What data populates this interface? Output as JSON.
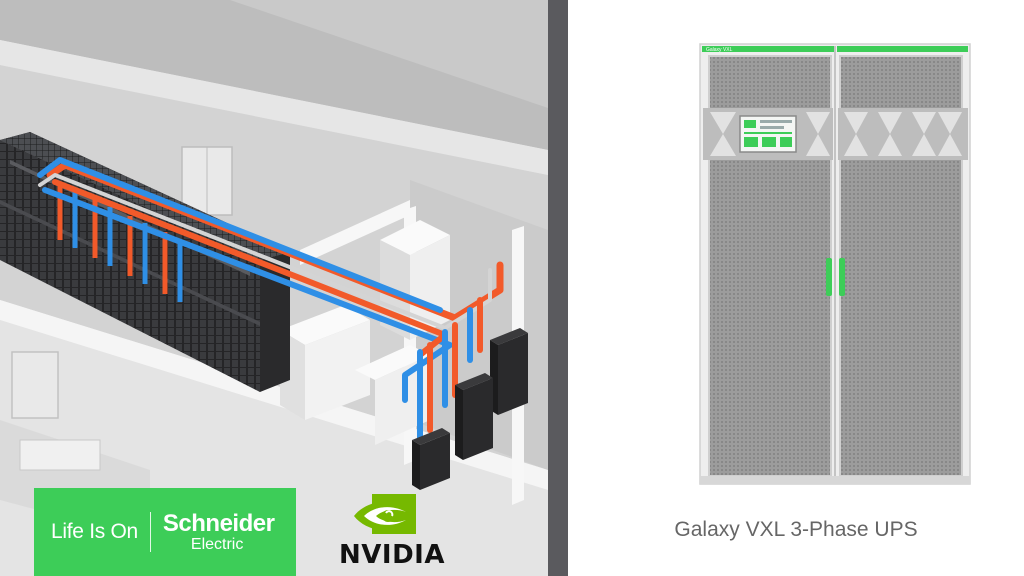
{
  "left": {
    "logos": {
      "schneider": {
        "tagline": "Life Is On",
        "brand": "Schneider",
        "sub": "Electric",
        "bg_color": "#3dcd58"
      },
      "nvidia": {
        "word": "NVIDIA",
        "eye_color": "#76b900"
      }
    },
    "scene": {
      "pipe_colors": {
        "hot": "#f25a2a",
        "cold": "#2f8fe6"
      }
    }
  },
  "right": {
    "ups": {
      "panel_label": "Galaxy VXL",
      "caption": "Galaxy VXL 3-Phase UPS",
      "accent_color": "#3dcd58"
    }
  }
}
